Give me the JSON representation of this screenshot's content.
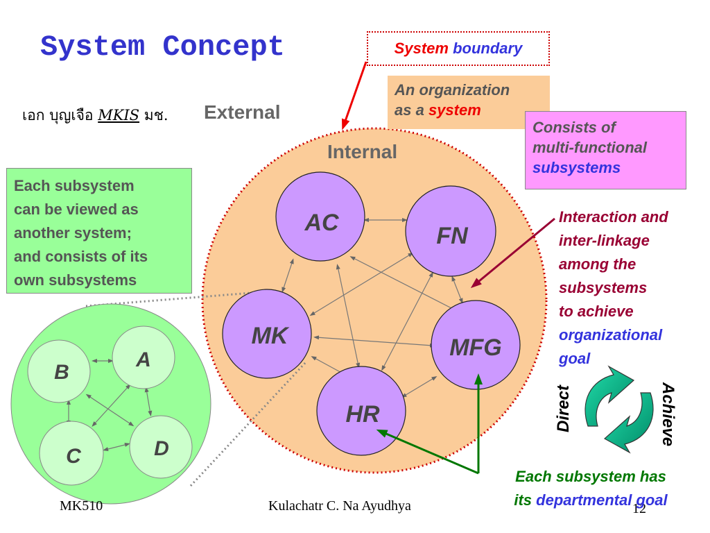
{
  "title": "System Concept",
  "author_line": {
    "thai_name": "เอก บุญเจือ",
    "course": "MKIS",
    "suffix": "มช."
  },
  "labels": {
    "external": "External",
    "internal": "Internal"
  },
  "system_boundary": {
    "word1": "System",
    "word2": "boundary"
  },
  "organization_box": {
    "line1": "An organization",
    "line2_prefix": "as a",
    "line2_highlight": "system"
  },
  "consists_box": {
    "line1": "Consists of",
    "line2": "multi-functional",
    "line3": "subsystems"
  },
  "subsystem_box": {
    "line1": "Each subsystem",
    "line2": "can be viewed as",
    "line3": "another system;",
    "line4": "and consists of its",
    "line5": "own subsystems"
  },
  "interaction_text": {
    "line1": "Interaction and",
    "line2": "inter-linkage",
    "line3": "among the",
    "line4": "subsystems",
    "line5": "to achieve",
    "line6": "organizational",
    "line7": "goal"
  },
  "departmental_text": {
    "line1": "Each subsystem has",
    "line2_prefix": "its",
    "line2_highlight": "departmental goal"
  },
  "cycle": {
    "left": "Direct",
    "right": "Achieve"
  },
  "nodes": {
    "ac": "AC",
    "fn": "FN",
    "mk": "MK",
    "mfg": "MFG",
    "hr": "HR"
  },
  "subnodes": {
    "a": "A",
    "b": "B",
    "c": "C",
    "d": "D"
  },
  "footer": {
    "left": "MK510",
    "center": "Kulachatr C. Na Ayudhya",
    "page": "12"
  },
  "colors": {
    "title": "#3333cc",
    "orange": "#fbcc99",
    "purple": "#cc99ff",
    "green": "#99ff99",
    "pink": "#ff99ff",
    "red_dotted": "#cc0000"
  }
}
